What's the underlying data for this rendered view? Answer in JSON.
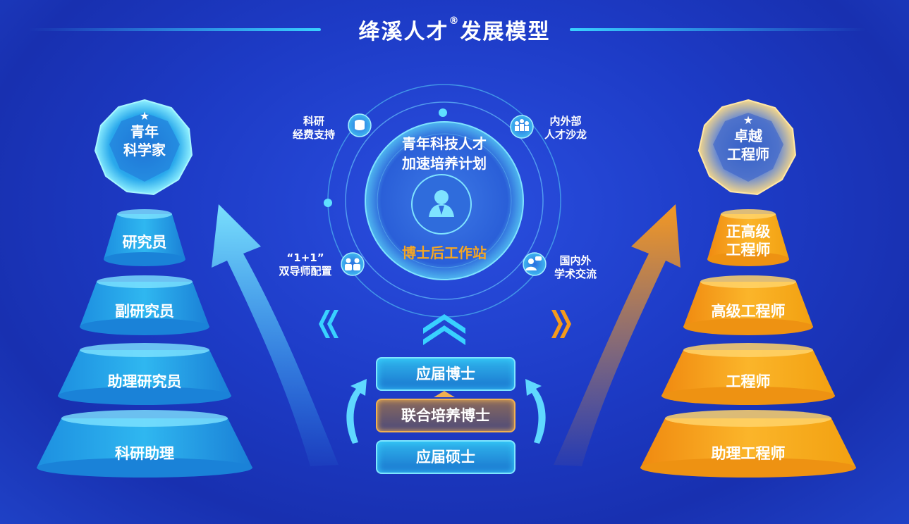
{
  "title": "绛溪人才",
  "title_reg": "®",
  "title_suffix": "发展模型",
  "left": {
    "gem": {
      "star": "★",
      "line1": "青年",
      "line2": "科学家"
    },
    "tiers": [
      "研究员",
      "副研究员",
      "助理研究员",
      "科研助理"
    ]
  },
  "right": {
    "gem": {
      "star": "★",
      "line1": "卓越",
      "line2": "工程师"
    },
    "tiers": [
      {
        "line1": "正高级",
        "line2": "工程师"
      },
      {
        "line1": "高级工程师",
        "line2": ""
      },
      {
        "line1": "工程师",
        "line2": ""
      },
      {
        "line1": "助理工程师",
        "line2": ""
      }
    ]
  },
  "center": {
    "title_line1": "青年科技人才",
    "title_line2": "加速培养计划",
    "postdoc": "博士后工作站",
    "features": {
      "funding": {
        "line1": "科研",
        "line2": "经费支持"
      },
      "salon": {
        "line1": "内外部",
        "line2": "人才沙龙"
      },
      "mentor": {
        "line1": "“1+1”",
        "line2": "双导师配置"
      },
      "exchange": {
        "line1": "国内外",
        "line2": "学术交流"
      }
    }
  },
  "stack": {
    "top": "应届博士",
    "middle": "联合培养博士",
    "bottom": "应届硕士"
  },
  "colors": {
    "cyan": "#39d1ff",
    "orange": "#f59a1b",
    "gold": "#f5a623"
  },
  "icons": [
    "star-icon",
    "coin-icon",
    "people-group-icon",
    "user-pair-icon",
    "user-chat-icon",
    "person-icon",
    "chevron-left-icon",
    "chevron-right-icon",
    "chevron-up-icon"
  ]
}
